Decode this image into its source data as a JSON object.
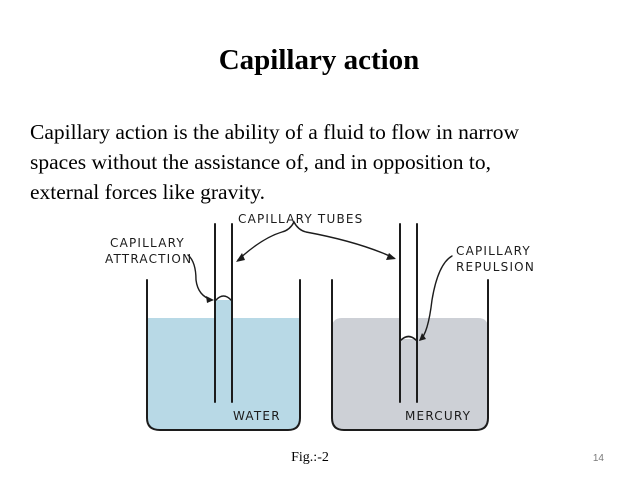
{
  "slide": {
    "title": "Capillary action",
    "body_lines": [
      "Capillary action is the ability of a fluid to flow in narrow",
      "spaces without the assistance of, and in opposition to,",
      "external forces like gravity."
    ],
    "caption": "Fig.:-2",
    "page_number": "14"
  },
  "diagram": {
    "tubes_label": "CAPILLARY TUBES",
    "left": {
      "label_line1": "CAPILLARY",
      "label_line2": "ATTRACTION",
      "liquid": "WATER",
      "liquid_color": "#b8d9e6"
    },
    "right": {
      "label_line1": "CAPILLARY",
      "label_line2": "REPULSION",
      "liquid": "MERCURY",
      "liquid_color": "#cdd0d6"
    },
    "line_color": "#1c1c1c"
  }
}
